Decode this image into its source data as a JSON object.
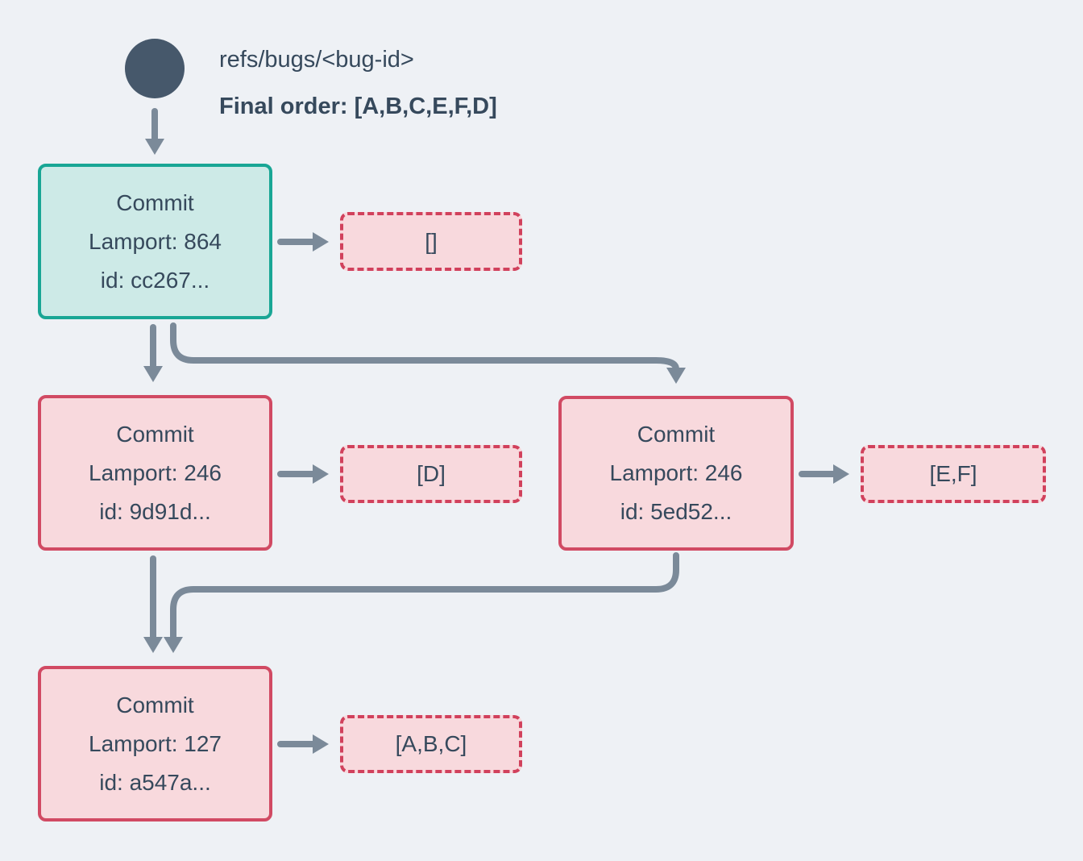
{
  "diagram": {
    "ref": {
      "label": "refs/bugs/<bug-id>"
    },
    "final_order": {
      "label": "Final order: [A,B,C,E,F,D]"
    },
    "commits": {
      "root": {
        "title": "Commit",
        "lamport": "Lamport: 864",
        "id": "id: cc267...",
        "payload": "[]"
      },
      "left": {
        "title": "Commit",
        "lamport": "Lamport: 246",
        "id": "id: 9d91d...",
        "payload": "[D]"
      },
      "right": {
        "title": "Commit",
        "lamport": "Lamport: 246",
        "id": "id: 5ed52...",
        "payload": "[E,F]"
      },
      "bottom": {
        "title": "Commit",
        "lamport": "Lamport: 127",
        "id": "id: a547a...",
        "payload": "[A,B,C]"
      }
    },
    "colors": {
      "background": "#eef1f5",
      "ref_node": "#46586b",
      "text": "#36495c",
      "teal_border": "#19a695",
      "teal_fill": "#cdeae7",
      "pink_border": "#d14a63",
      "pink_fill": "#f8d9dd",
      "arrow": "#7b8a99"
    }
  }
}
